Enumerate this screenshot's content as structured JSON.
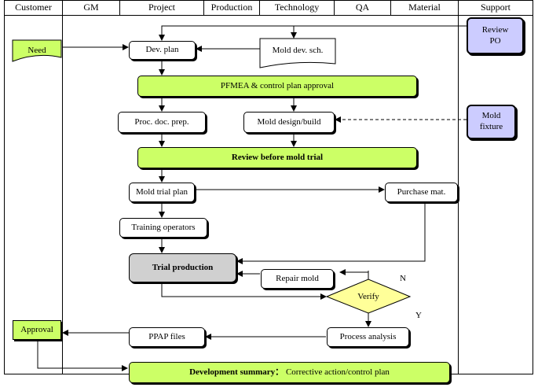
{
  "lanes": [
    "Customer",
    "GM",
    "Project",
    "Production",
    "Technology",
    "QA",
    "Material",
    "Support"
  ],
  "nodes": {
    "need": "Need",
    "review_po_line1": "Review",
    "review_po_line2": "PO",
    "dev_plan": "Dev. plan",
    "mold_dev_sch": "Mold dev. sch.",
    "pfmea": "PFMEA & control plan approval",
    "proc_doc_prep": "Proc. doc. prep.",
    "mold_design_build": "Mold design/build",
    "mold_fixture_line1": "Mold",
    "mold_fixture_line2": "fixture",
    "review_before_trial": "Review before mold trial",
    "mold_trial_plan": "Mold trial plan",
    "purchase_mat": "Purchase mat.",
    "training_operators": "Training operators",
    "trial_production": "Trial production",
    "repair_mold": "Repair mold",
    "verify": "Verify",
    "approval": "Approval",
    "ppap_files": "PPAP files",
    "process_analysis": "Process analysis",
    "dev_summary_bold": "Development summary：",
    "dev_summary_rest": " Corrective action/control plan"
  },
  "branch_labels": {
    "no": "N",
    "yes": "Y"
  },
  "colors": {
    "green": "#ccff66",
    "lavender": "#ccccff",
    "gray": "#d0d0d0"
  }
}
